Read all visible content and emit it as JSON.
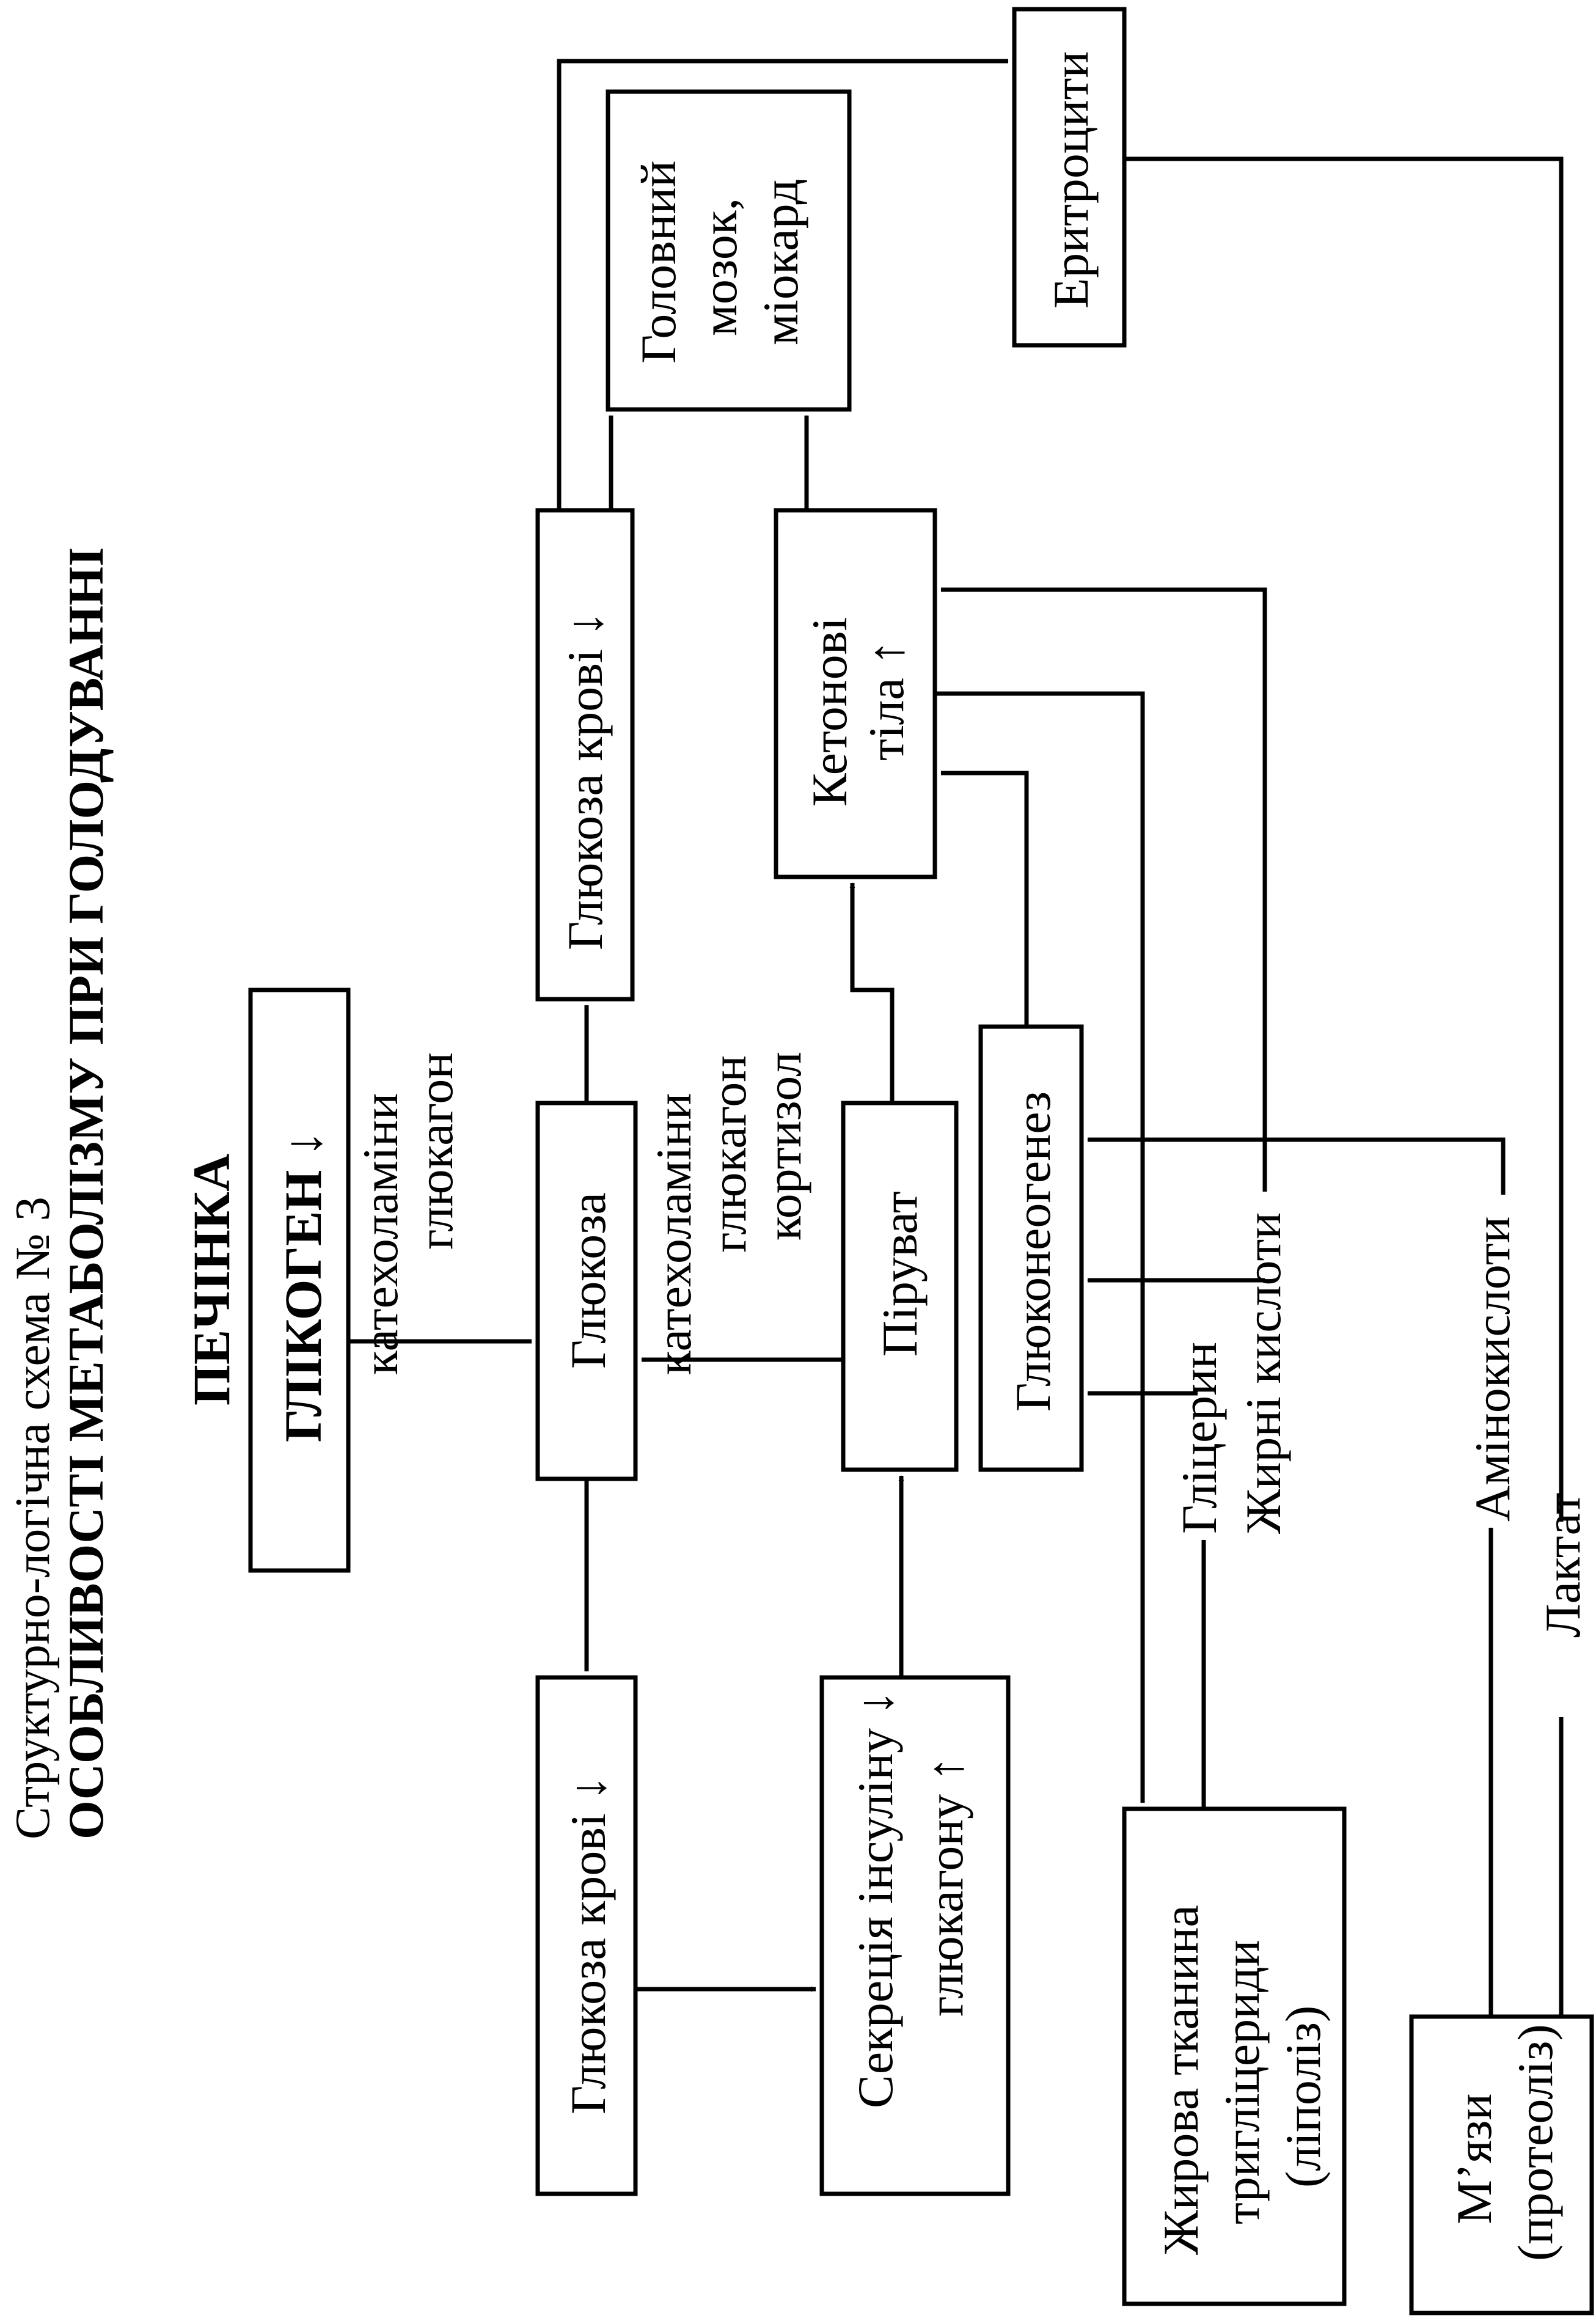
{
  "diagram": {
    "title_line1": "Структурно-логічна схема № 3",
    "title_line2": "ОСОБЛИВОСТІ МЕТАБОЛІЗМУ ПРИ ГОЛОДУВАННІ",
    "liver_label": "ПЕЧІНКА",
    "glycogen": "ГЛІКОГЕН ↓",
    "hormones_1": [
      "катехоламіни",
      "глюкагон"
    ],
    "glucose": "Глюкоза",
    "hormones_2": [
      "катехоламіни",
      "глюкагон",
      "кортизол"
    ],
    "pyruvate": "Піруват",
    "gluconeogenesis": "Глюконеогенез",
    "blood_glucose_left": "Глюкоза крові ↓",
    "secretion": [
      "Секреція інсуліну ↓",
      "глюкагону ↑"
    ],
    "blood_glucose_right": "Глюкоза крові ↓",
    "ketone_bodies": [
      "Кетонові",
      "тіла ↑"
    ],
    "brain": [
      "Головний",
      "мозок,",
      "міокард"
    ],
    "erythrocytes": "Еритроцити",
    "glycerol": "Гліцерин",
    "fatty_acids": "Жирні кислоти",
    "amino_acids": "Амінокислоти",
    "lactate": "Лактат",
    "adipose": [
      "Жирова тканина",
      "тригліцериди",
      "(ліполіз)"
    ],
    "muscles": [
      "М’язи",
      "(протеоліз)"
    ]
  }
}
